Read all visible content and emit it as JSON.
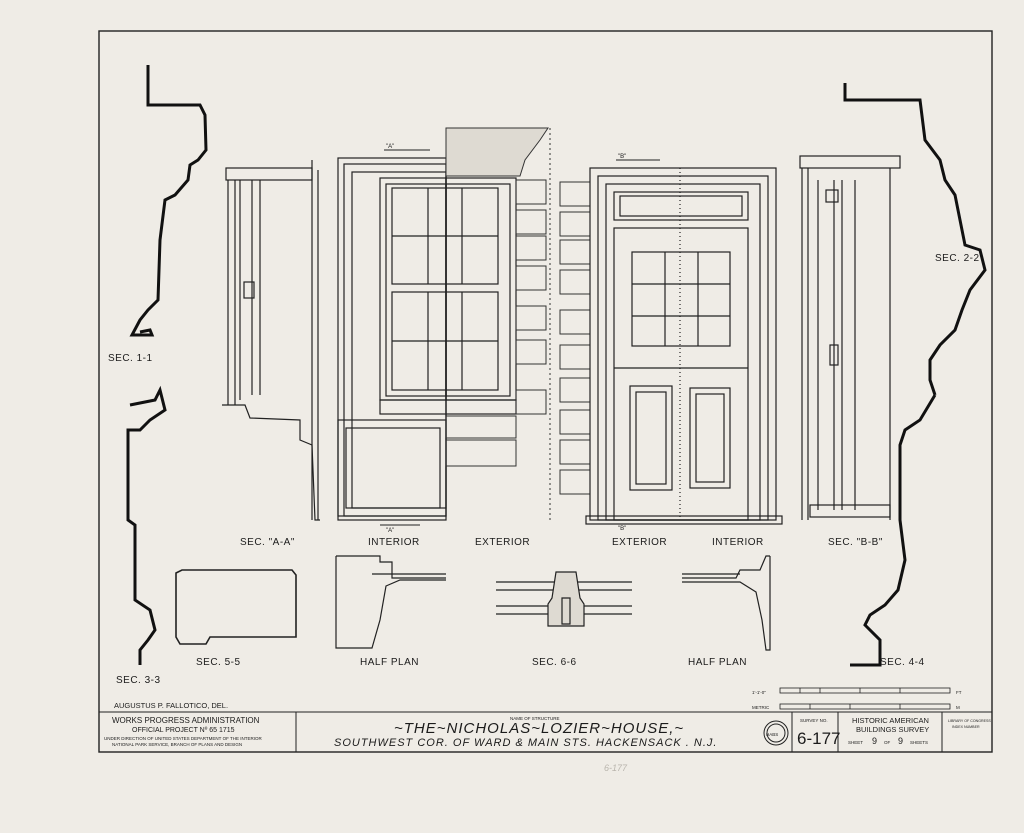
{
  "sections": {
    "sec_1_1": "SEC. 1-1",
    "sec_2_2": "SEC. 2-2",
    "sec_3_3": "SEC. 3-3",
    "sec_4_4": "SEC. 4-4",
    "sec_5_5": "SEC. 5-5",
    "sec_6_6": "SEC. 6-6",
    "sec_aa": "SEC. \"A-A\"",
    "sec_bb": "SEC. \"B-B\"",
    "interior_left": "INTERIOR",
    "exterior_left": "EXTERIOR",
    "exterior_right": "EXTERIOR",
    "interior_right": "INTERIOR",
    "half_plan_left": "HALF PLAN",
    "half_plan_right": "HALF PLAN",
    "mark_a_top": "\"A\"",
    "mark_a_bottom": "\"A\"",
    "mark_b_top": "\"B\"",
    "mark_b_bottom": "\"B\""
  },
  "delineator": "AUGUSTUS P. FALLOTICO, DEL.",
  "scale": {
    "feet_label": "1'-1'-0\"",
    "metric_label": "METRIC",
    "ft_unit": "FT",
    "m_unit": "M"
  },
  "title_block": {
    "wpa_line1": "WORKS PROGRESS ADMINISTRATION",
    "wpa_line2": "OFFICIAL PROJECT Nº 65 1715",
    "wpa_line3": "UNDER DIRECTION OF UNITED STATES DEPARTMENT OF THE INTERIOR",
    "wpa_line4": "NATIONAL PARK SERVICE, BRANCH OF PLANS AND DESIGN",
    "name_caption": "NAME OF STRUCTURE",
    "structure_name": "~THE~NICHOLAS~LOZIER~HOUSE,~",
    "address": "SOUTHWEST COR. OF WARD & MAIN STS. HACKENSACK . N.J.",
    "seal": "HABS",
    "survey_caption": "SURVEY NO.",
    "survey_number": "6-177",
    "habs_line1": "HISTORIC AMERICAN",
    "habs_line2": "BUILDINGS SURVEY",
    "sheet_prefix": "SHEET",
    "sheet_number": "9",
    "sheet_of": "OF",
    "sheet_total": "9",
    "sheet_suffix": "SHEETS",
    "library_line1": "LIBRARY OF CONGRESS",
    "library_line2": "INDEX NUMBER"
  },
  "margin_note": "6-177"
}
